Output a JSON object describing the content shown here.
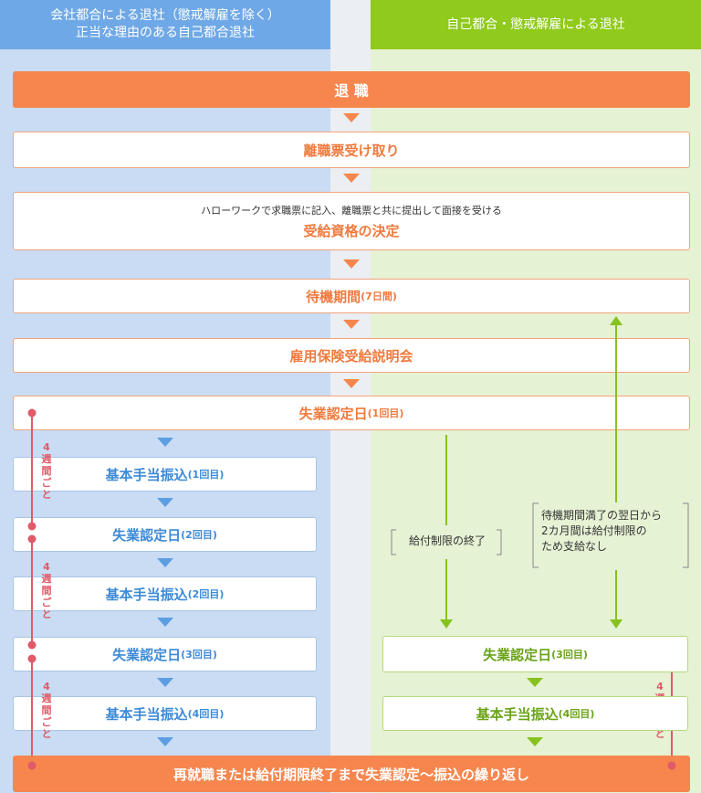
{
  "headers": {
    "left_line1": "会社都合による退社（懲戒解雇を除く）",
    "left_line2": "正当な理由のある自己都合退社",
    "right": "自己都合・懲戒解雇による退社"
  },
  "flow": {
    "retire": "退 職",
    "receive_slip": "離職票受け取り",
    "hellowork_note": "ハローワークで求職票に記入、離職票と共に提出して面接を受ける",
    "eligibility": "受給資格の決定",
    "waiting_main": "待機期間",
    "waiting_sub": "(7日間)",
    "seminar": "雇用保険受給説明会",
    "cert_day_main": "失業認定日",
    "cert_day_1": "(1回目)",
    "payment_main": "基本手当振込",
    "payment_1": "(1回目)",
    "cert_day_2": "(2回目)",
    "payment_2": "(2回目)",
    "cert_day_3": "(3回目)",
    "payment_4": "(4回目)",
    "repeat": "再就職または給付期限終了まで失業認定〜振込の繰り返し"
  },
  "right_flow": {
    "restriction_end": "給付制限の終了",
    "restriction_note_line1": "待機期間満了の翌日から",
    "restriction_note_line2": "2カ月間は給付制限の",
    "restriction_note_line3": "ため支給なし",
    "cert_day_main": "失業認定日",
    "cert_day_3": "(3回目)",
    "payment_main": "基本手当振込",
    "payment_4": "(4回目)"
  },
  "interval": {
    "chars": [
      "4",
      "週",
      "間",
      "ご",
      "と"
    ]
  },
  "colors": {
    "orange": "#f6864e",
    "blue": "#5d9ee3",
    "green": "#86c21d",
    "interval_red": "#e05a6a"
  }
}
